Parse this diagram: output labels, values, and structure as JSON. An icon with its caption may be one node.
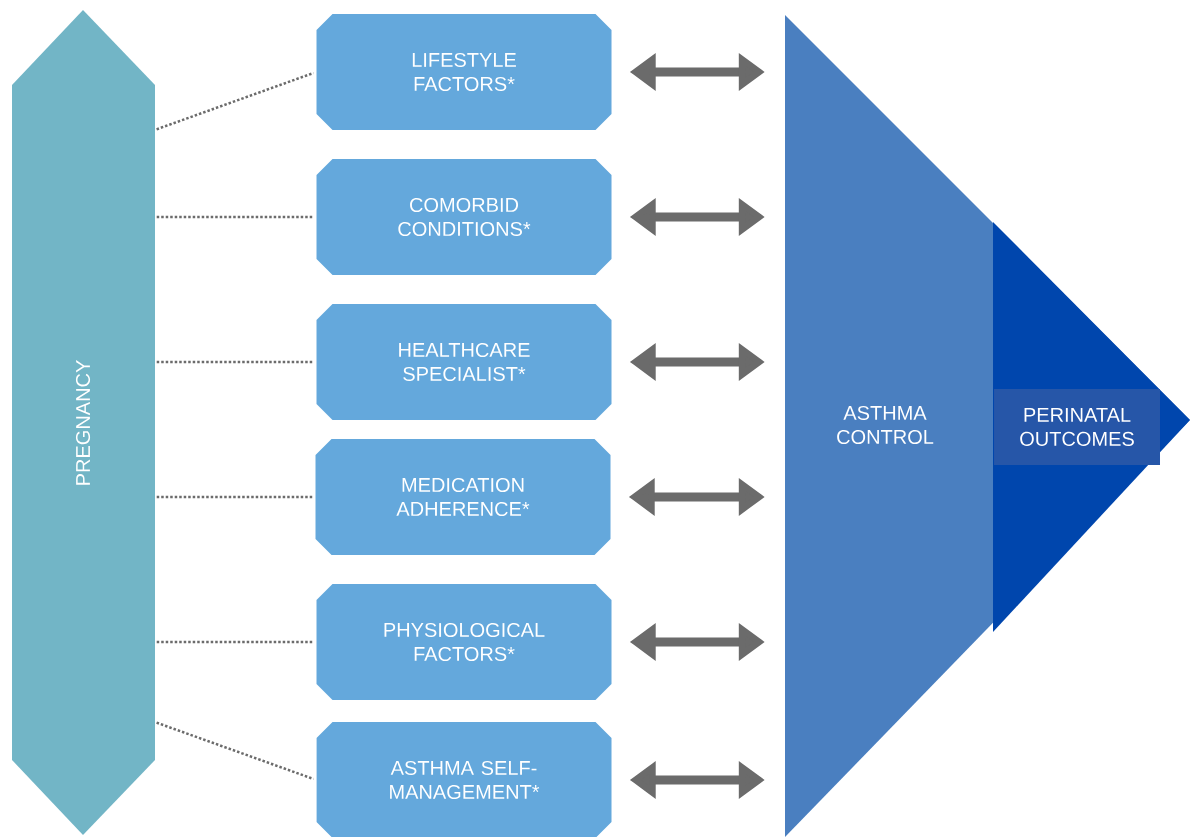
{
  "diagram": {
    "nodes": [
      {
        "text": [
          "PREGNANCY"
        ]
      },
      {
        "text": [
          "LIFESTYLE FACTORS*"
        ]
      },
      {
        "text": [
          "COMORBID CONDITIONS*"
        ]
      },
      {
        "text": [
          "HEALTHCARE SPECIALIST*"
        ]
      },
      {
        "text": [
          "MEDICATION ADHERENCE*"
        ]
      },
      {
        "text": [
          "PHYSIOLOGICAL FACTORS*"
        ]
      },
      {
        "text": [
          "ASTHMA SELF-MANAGEMENT*"
        ]
      },
      {
        "text": [
          "ASTHMA CONTROL"
        ]
      },
      {
        "text": [
          "PERINATAL OUTCOMES"
        ],
        "in": 7
      }
    ],
    "edges": [
      {
        "from": 0,
        "to": 1,
        "arrow": "none",
        "style": "dashed"
      },
      {
        "from": 0,
        "to": 2,
        "arrow": "none",
        "style": "dashed"
      },
      {
        "from": 0,
        "to": 3,
        "arrow": "none",
        "style": "dashed"
      },
      {
        "from": 0,
        "to": 4,
        "arrow": "none",
        "style": "dashed"
      },
      {
        "from": 0,
        "to": 5,
        "arrow": "none",
        "style": "dashed"
      },
      {
        "from": 0,
        "to": 6,
        "arrow": "none",
        "style": "dashed"
      },
      {
        "from": 1,
        "to": 7,
        "arrow": "both",
        "style": "thick"
      },
      {
        "from": 2,
        "to": 7,
        "arrow": "both",
        "style": "thick"
      },
      {
        "from": 3,
        "to": 7,
        "arrow": "both",
        "style": "thick"
      },
      {
        "from": 4,
        "to": 7,
        "arrow": "both",
        "style": "thick"
      },
      {
        "from": 5,
        "to": 7,
        "arrow": "both",
        "style": "thick"
      },
      {
        "from": 6,
        "to": 7,
        "arrow": "both",
        "style": "thick"
      }
    ]
  }
}
